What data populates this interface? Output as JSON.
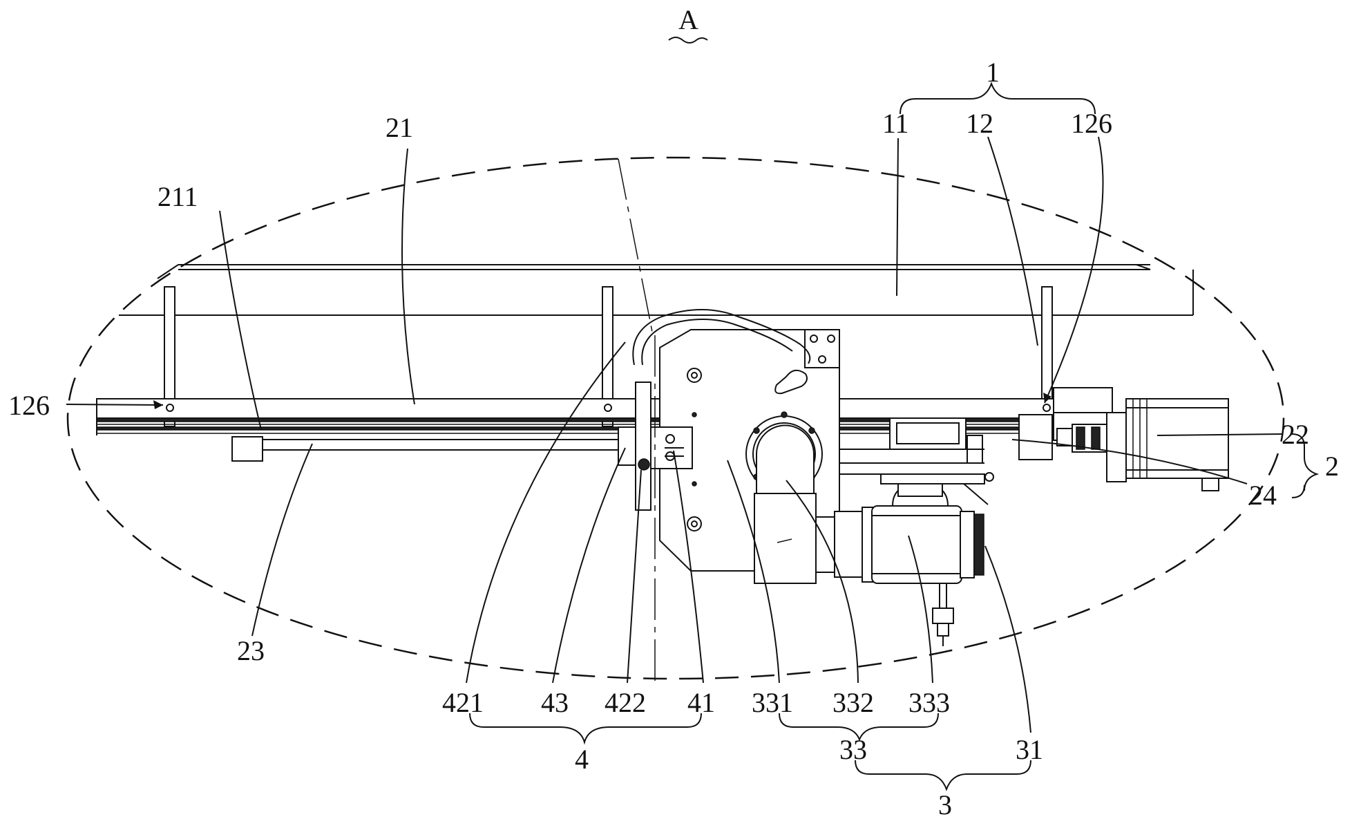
{
  "view_label": "A",
  "labels": {
    "l1": "1",
    "l11": "11",
    "l12": "12",
    "l126_top": "126",
    "l126_left": "126",
    "l21": "21",
    "l211": "211",
    "l22": "22",
    "l2": "2",
    "l24": "24",
    "l23": "23",
    "l421": "421",
    "l43": "43",
    "l422": "422",
    "l41": "41",
    "l4": "4",
    "l331": "331",
    "l332": "332",
    "l333": "333",
    "l33": "33",
    "l31": "31",
    "l3": "3"
  },
  "colors": {
    "line": "#111111",
    "background": "#ffffff"
  }
}
